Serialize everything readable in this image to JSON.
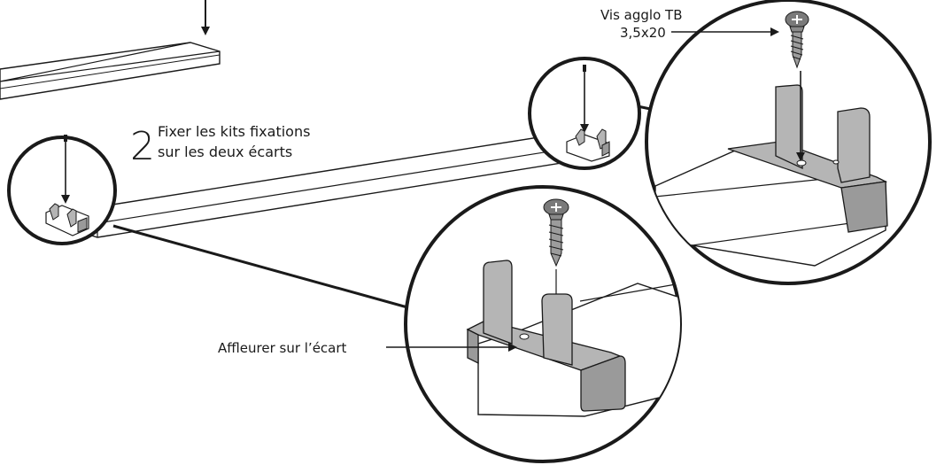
{
  "step": {
    "number": "2",
    "line1": "Fixer les kits fixations",
    "line2": "sur les deux écarts"
  },
  "callouts": {
    "screw_line1": "Vis agglo TB",
    "screw_line2": "3,5x20",
    "flush": "Affleurer sur l’écart"
  }
}
